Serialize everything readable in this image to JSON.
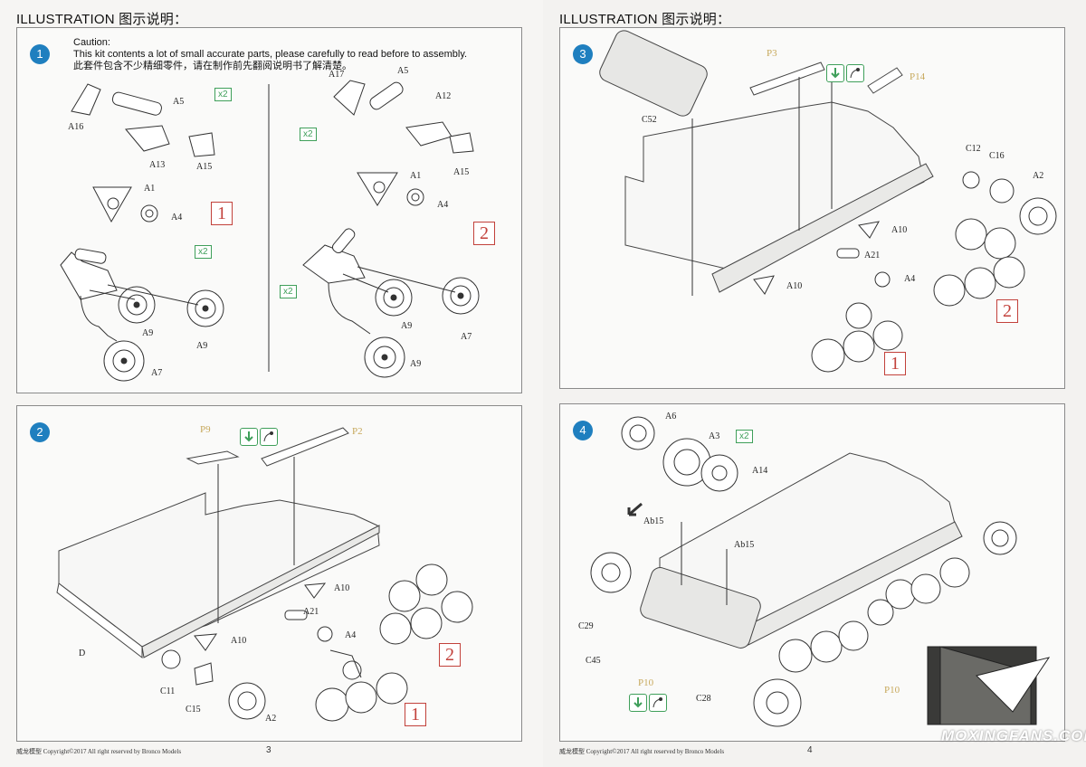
{
  "header": {
    "left": "ILLUSTRATION 图示说明：",
    "right": "ILLUSTRATION 图示说明："
  },
  "caution": {
    "title": "Caution:",
    "en": "This kit contents a lot of small accurate parts, please carefully to read before to assembly.",
    "cn": "此套件包含不少精细零件，请在制作前先翻阅说明书了解清楚。"
  },
  "steps": {
    "s1": "1",
    "s2": "2",
    "s3": "3",
    "s4": "4"
  },
  "step1": {
    "labels": [
      "A5",
      "A16",
      "A13",
      "A15",
      "A1",
      "A4",
      "A9",
      "A9",
      "A7",
      "A17",
      "A5",
      "A12",
      "A15",
      "A1",
      "A4",
      "A9",
      "A9",
      "A7"
    ],
    "multipliers": [
      "x2",
      "x2",
      "x2",
      "x2"
    ],
    "variants": [
      "1",
      "2"
    ]
  },
  "step2": {
    "labels": [
      "P9",
      "P2",
      "A10",
      "A21",
      "A4",
      "A10",
      "D",
      "C11",
      "C15",
      "A2"
    ],
    "variants": [
      "2",
      "1"
    ]
  },
  "step3": {
    "labels": [
      "P3",
      "P14",
      "C52",
      "C12",
      "C16",
      "A2",
      "A10",
      "A21",
      "A4",
      "A10"
    ],
    "variants": [
      "2",
      "1"
    ]
  },
  "step4": {
    "labels": [
      "A6",
      "A3",
      "A14",
      "Ab15",
      "Ab15",
      "C29",
      "C45",
      "P10",
      "C28",
      "P10"
    ],
    "multipliers": [
      "x2"
    ]
  },
  "footer": {
    "left": "威龙模型  Copyright©2017  All right reserved by Bronco Models",
    "right": "威龙模型  Copyright©2017  All right reserved by Bronco Models",
    "page_left": "3",
    "page_right": "4"
  },
  "watermark": "MOXINGFANS.COM",
  "colors": {
    "step_badge": "#1f7fbf",
    "variant_box": "#c2413b",
    "multiplier_box": "#3f9f5a",
    "etch_label": "#c7a85b"
  }
}
